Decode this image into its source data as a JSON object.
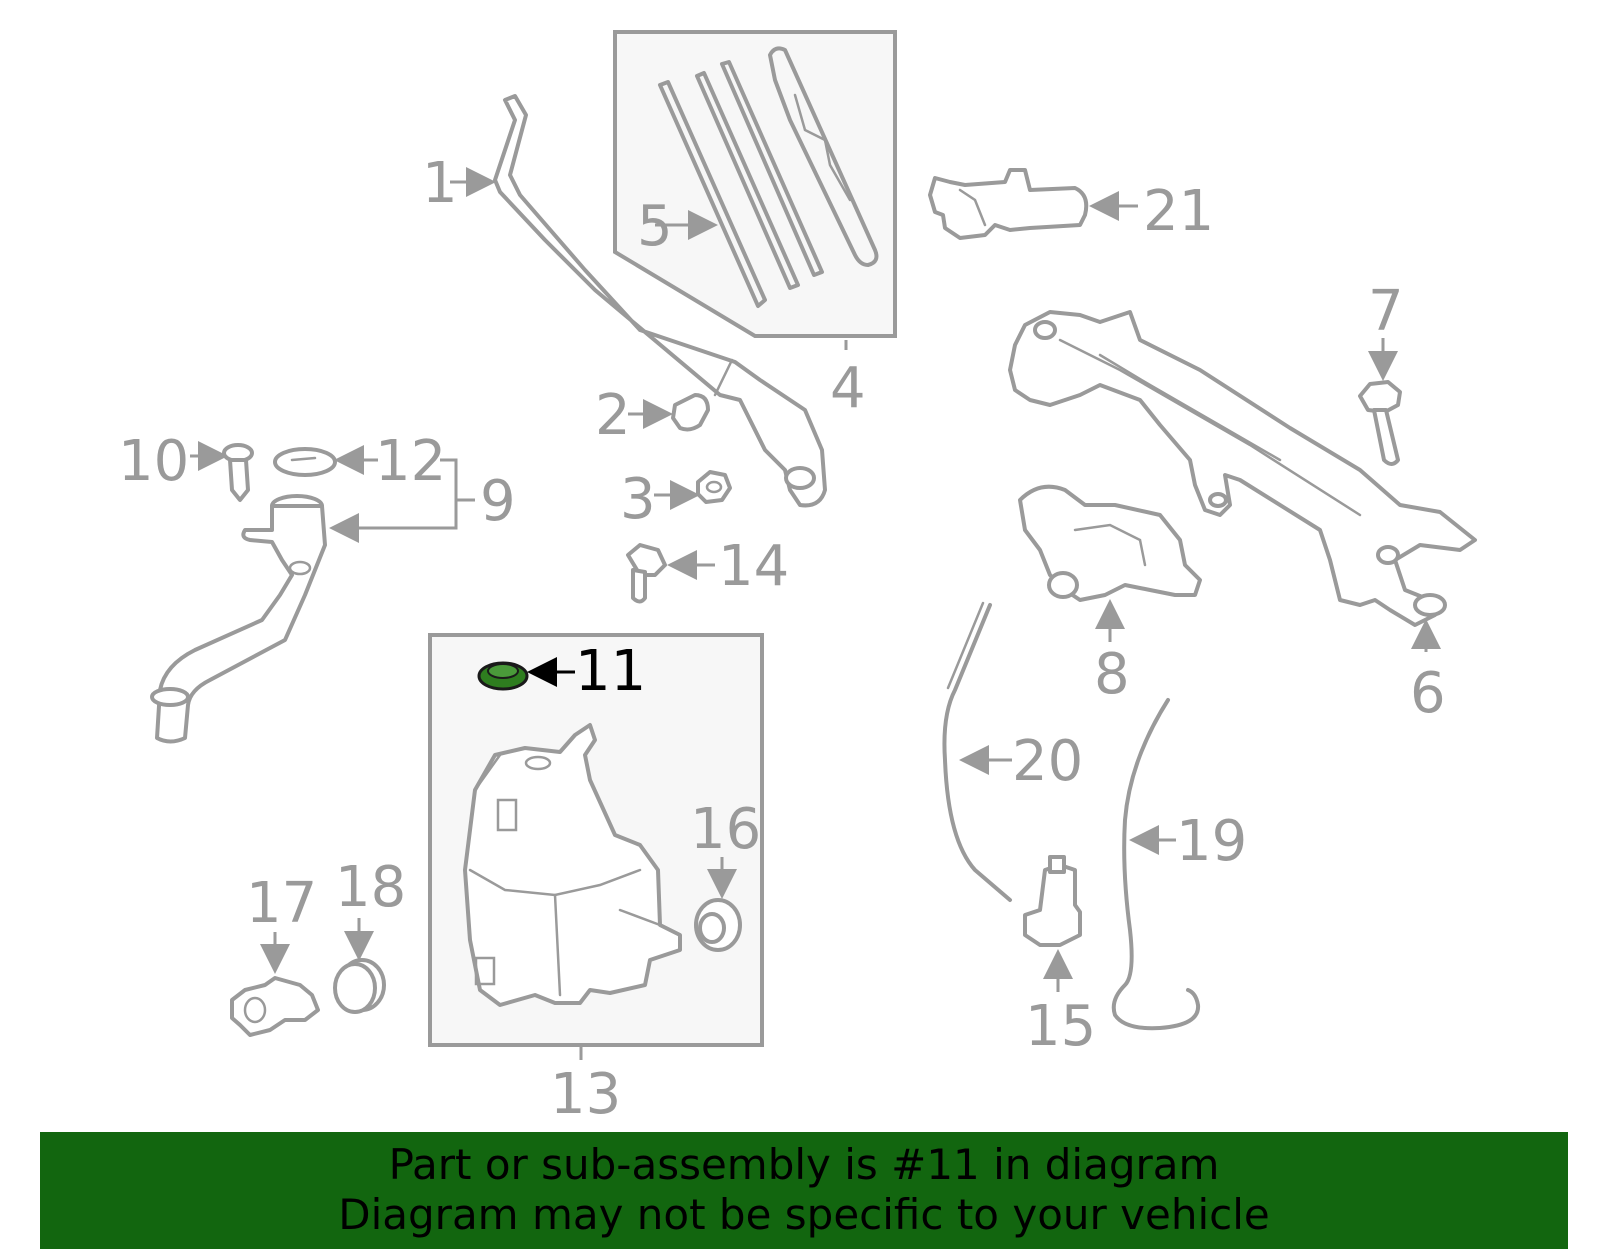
{
  "diagram": {
    "highlight_color": "#2e7d1f",
    "part_color": "#9a9a9a",
    "callouts": {
      "c1": "1",
      "c2": "2",
      "c3": "3",
      "c4": "4",
      "c5": "5",
      "c6": "6",
      "c7": "7",
      "c8": "8",
      "c9": "9",
      "c10": "10",
      "c11": "11",
      "c12": "12",
      "c13": "13",
      "c14": "14",
      "c15": "15",
      "c16": "16",
      "c17": "17",
      "c18": "18",
      "c19": "19",
      "c20": "20",
      "c21": "21"
    },
    "highlighted_part": "11"
  },
  "banner": {
    "background": "#12660f",
    "line1": "Part or sub-assembly is #11 in diagram",
    "line2": "Diagram may not be specific to your vehicle"
  }
}
